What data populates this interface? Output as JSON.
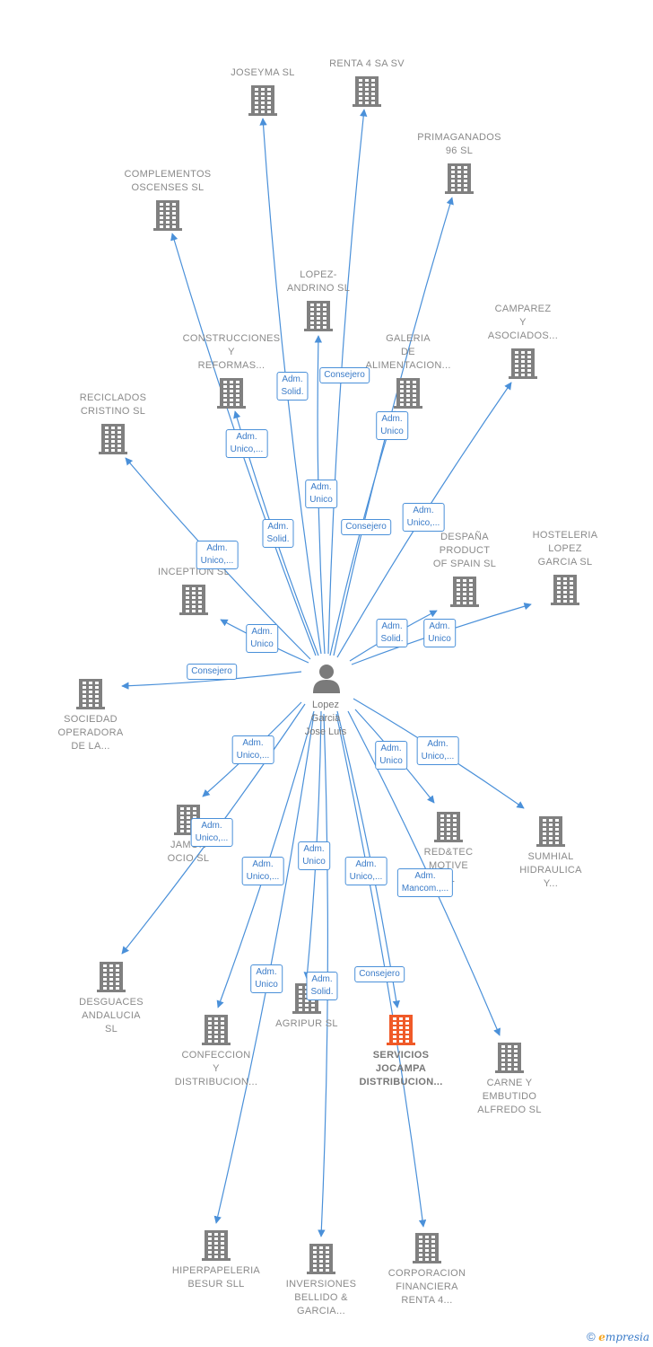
{
  "center": {
    "name": "Lopez\nGarcia\nJose Luis"
  },
  "companies": [
    {
      "id": "joseyma",
      "label": "JOSEYMA  SL"
    },
    {
      "id": "renta4",
      "label": "RENTA 4 SA SV"
    },
    {
      "id": "primaganados",
      "label": "PRIMAGANADOS\n96  SL"
    },
    {
      "id": "complementos",
      "label": "COMPLEMENTOS\nOSCENSES  SL"
    },
    {
      "id": "lopez-andrino",
      "label": "LOPEZ-\nANDRINO  SL"
    },
    {
      "id": "camparez",
      "label": "CAMPAREZ\nY\nASOCIADOS..."
    },
    {
      "id": "construcciones",
      "label": "CONSTRUCCIONES\nY\nREFORMAS..."
    },
    {
      "id": "galeria",
      "label": "GALERIA\nDE\nALIMENTACION..."
    },
    {
      "id": "reciclados",
      "label": "RECICLADOS\nCRISTINO  SL"
    },
    {
      "id": "despana",
      "label": "DESPAÑA\nPRODUCT\nOF SPAIN  SL"
    },
    {
      "id": "hosteleria",
      "label": "HOSTELERIA\nLOPEZ\nGARCIA  SL"
    },
    {
      "id": "inception",
      "label": "INCEPTION SL"
    },
    {
      "id": "sociedad",
      "label": "SOCIEDAD\nOPERADORA\nDE LA..."
    },
    {
      "id": "jamon",
      "label": "JAMON\nOCIO  SL"
    },
    {
      "id": "redtec",
      "label": "RED&TEC\nMOTIVE\nSL"
    },
    {
      "id": "sumhial",
      "label": "SUMHIAL\nHIDRAULICA\nY..."
    },
    {
      "id": "desguaces",
      "label": "DESGUACES\nANDALUCIA\nSL"
    },
    {
      "id": "confeccion",
      "label": "CONFECCION\nY\nDISTRIBUCION..."
    },
    {
      "id": "agripur",
      "label": "AGRIPUR SL"
    },
    {
      "id": "servicios",
      "label": "SERVICIOS\nJOCAMPA\nDISTRIBUCION...",
      "highlight": true
    },
    {
      "id": "carne",
      "label": "CARNE Y\nEMBUTIDO\nALFREDO SL"
    },
    {
      "id": "hiperpapeleria",
      "label": "HIPERPAPELERIA\nBESUR SLL"
    },
    {
      "id": "inversiones",
      "label": "INVERSIONES\nBELLIDO &\nGARCIA..."
    },
    {
      "id": "corporacion",
      "label": "CORPORACION\nFINANCIERA\nRENTA 4..."
    }
  ],
  "edge_labels": [
    {
      "target": "lopez-andrino",
      "text": "Adm.\nSolid."
    },
    {
      "target": "joseyma",
      "text": "Consejero"
    },
    {
      "target": "primaganados",
      "text": "Adm.\nUnico"
    },
    {
      "target": "complementos",
      "text": "Adm.\nUnico,..."
    },
    {
      "target": "renta4",
      "text": "Adm.\nUnico"
    },
    {
      "target": "construcciones",
      "text": "Adm.\nSolid."
    },
    {
      "target": "galeria",
      "text": "Consejero"
    },
    {
      "target": "camparez",
      "text": "Adm.\nUnico,..."
    },
    {
      "target": "reciclados",
      "text": "Adm.\nUnico,..."
    },
    {
      "target": "inception",
      "text": "Adm.\nUnico"
    },
    {
      "target": "despana",
      "text": "Adm.\nSolid."
    },
    {
      "target": "hosteleria",
      "text": "Adm.\nUnico"
    },
    {
      "target": "sociedad",
      "text": "Consejero"
    },
    {
      "target": "jamon",
      "text": "Adm.\nUnico,..."
    },
    {
      "target": "redtec",
      "text": "Adm.\nUnico"
    },
    {
      "target": "sumhial",
      "text": "Adm.\nUnico,..."
    },
    {
      "target": "desguaces",
      "text": "Adm.\nUnico,..."
    },
    {
      "target": "confeccion",
      "text": "Adm.\nUnico,..."
    },
    {
      "target": "agripur",
      "text": "Adm.\nUnico"
    },
    {
      "target": "servicios",
      "text": "Adm.\nUnico,..."
    },
    {
      "target": "carne",
      "text": "Adm.\nMancom.,..."
    },
    {
      "target": "hiperpapeleria",
      "text": "Adm.\nUnico"
    },
    {
      "target": "inversiones",
      "text": "Adm.\nSolid."
    },
    {
      "target": "corporacion",
      "text": "Consejero"
    }
  ],
  "colors": {
    "edge": "#4a90d9",
    "building": "#808080",
    "highlight": "#f05a28"
  },
  "footer": {
    "copyright": "©",
    "brand_e": "e",
    "brand_rest": "mpresia"
  }
}
